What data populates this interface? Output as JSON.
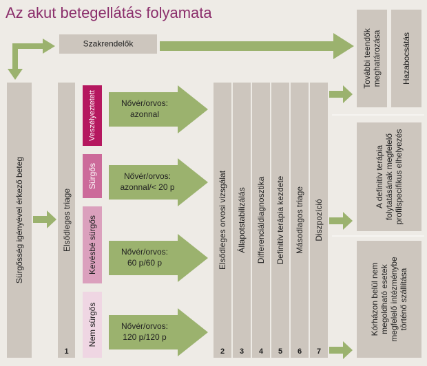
{
  "title": "Az akut betegellátás folyamata",
  "colors": {
    "title": "#8b2e6b",
    "box_gray": "#cdc6be",
    "arrow_green": "#9bb26e",
    "level_1": "#b5175f",
    "level_2": "#cc6a9a",
    "level_3": "#dba0bd",
    "level_4": "#efd6e3"
  },
  "nodes": {
    "szakrendelok": "Szakrendelők",
    "beteg": "Sürgősség igényével érkező beteg",
    "triage": "Elsődleges triage",
    "triage_num": "1",
    "levels": [
      "Veszélyeztetett",
      "Sürgős",
      "Kevésbé sürgős",
      "Nem sürgős"
    ],
    "nurse": [
      [
        "Nővér/orvos:",
        "azonnal"
      ],
      [
        "Nővér/orvos:",
        "azonnal/< 20 p"
      ],
      [
        "Nővér/orvos:",
        "60 p/60 p"
      ],
      [
        "Nővér/orvos:",
        "120 p/120 p"
      ]
    ],
    "steps": [
      {
        "label": "Elsődleges orvosi vizsgálat",
        "num": "2"
      },
      {
        "label": "Állapotstabilizálás",
        "num": "3"
      },
      {
        "label": "Differenciáldiagnosztika",
        "num": "4"
      },
      {
        "label": "Definitív terápia kezdete",
        "num": "5"
      },
      {
        "label": "Másodlagos triage",
        "num": "6"
      },
      {
        "label": "Diszpozíció",
        "num": "7"
      }
    ],
    "tovabbi": "További teendők meghatározása",
    "hazabocsatas": "Hazabocsátás",
    "definitiv": "A definitív terápia folytatásának megfelelő profilspecifikus elhelyezés",
    "korhaz": "Kórházon belül nem megoldható esetek megfelelő intézménybe történő szállítása"
  }
}
